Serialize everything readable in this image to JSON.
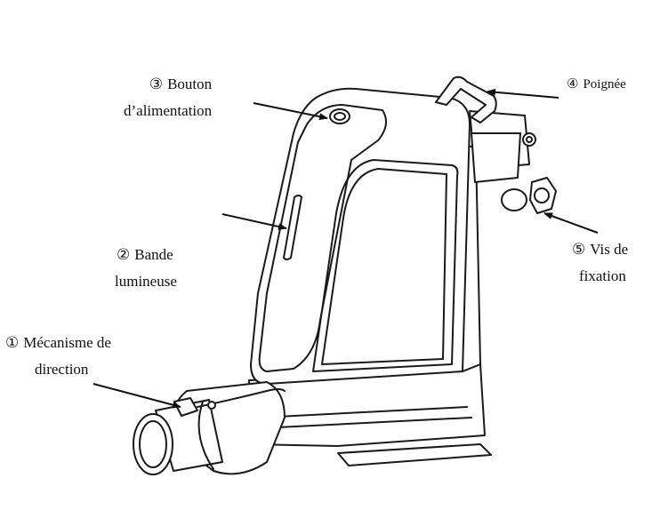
{
  "labels": {
    "steering": {
      "number": "①",
      "line1": "Mécanisme de",
      "line2": "direction"
    },
    "light_strip": {
      "number": "②",
      "line1": "Bande",
      "line2": "lumineuse"
    },
    "power_button": {
      "number": "③",
      "line1": "Bouton",
      "line2": "d’alimentation"
    },
    "handle": {
      "number": "④",
      "line1": "Poignée"
    },
    "fixing_screw": {
      "number": "⑤",
      "line1": "Vis de",
      "line2": "fixation"
    }
  },
  "colors": {
    "stroke": "#1a1a1a",
    "background": "#ffffff",
    "gray": "#cfcfcf"
  }
}
